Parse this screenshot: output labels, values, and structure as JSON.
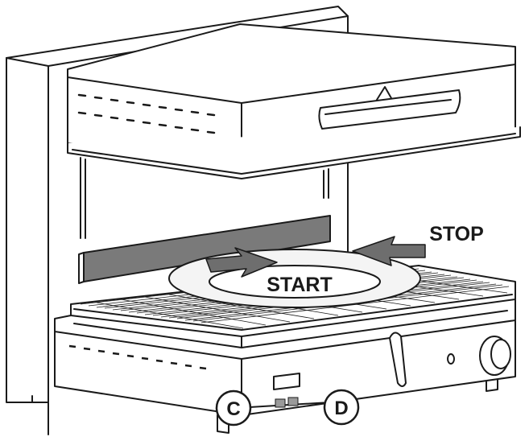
{
  "labels": {
    "start": "START",
    "stop": "STOP",
    "c": "C",
    "d": "D"
  },
  "colors": {
    "line": "#1a1a1a",
    "panel_dark": "#7a7a7a",
    "arrow_fill": "#6e6e6e",
    "plate_fill": "#f4f4f4",
    "background": "#ffffff"
  },
  "icons": {
    "start_arrow": "arrow-right-icon",
    "stop_arrow": "arrow-left-icon"
  }
}
